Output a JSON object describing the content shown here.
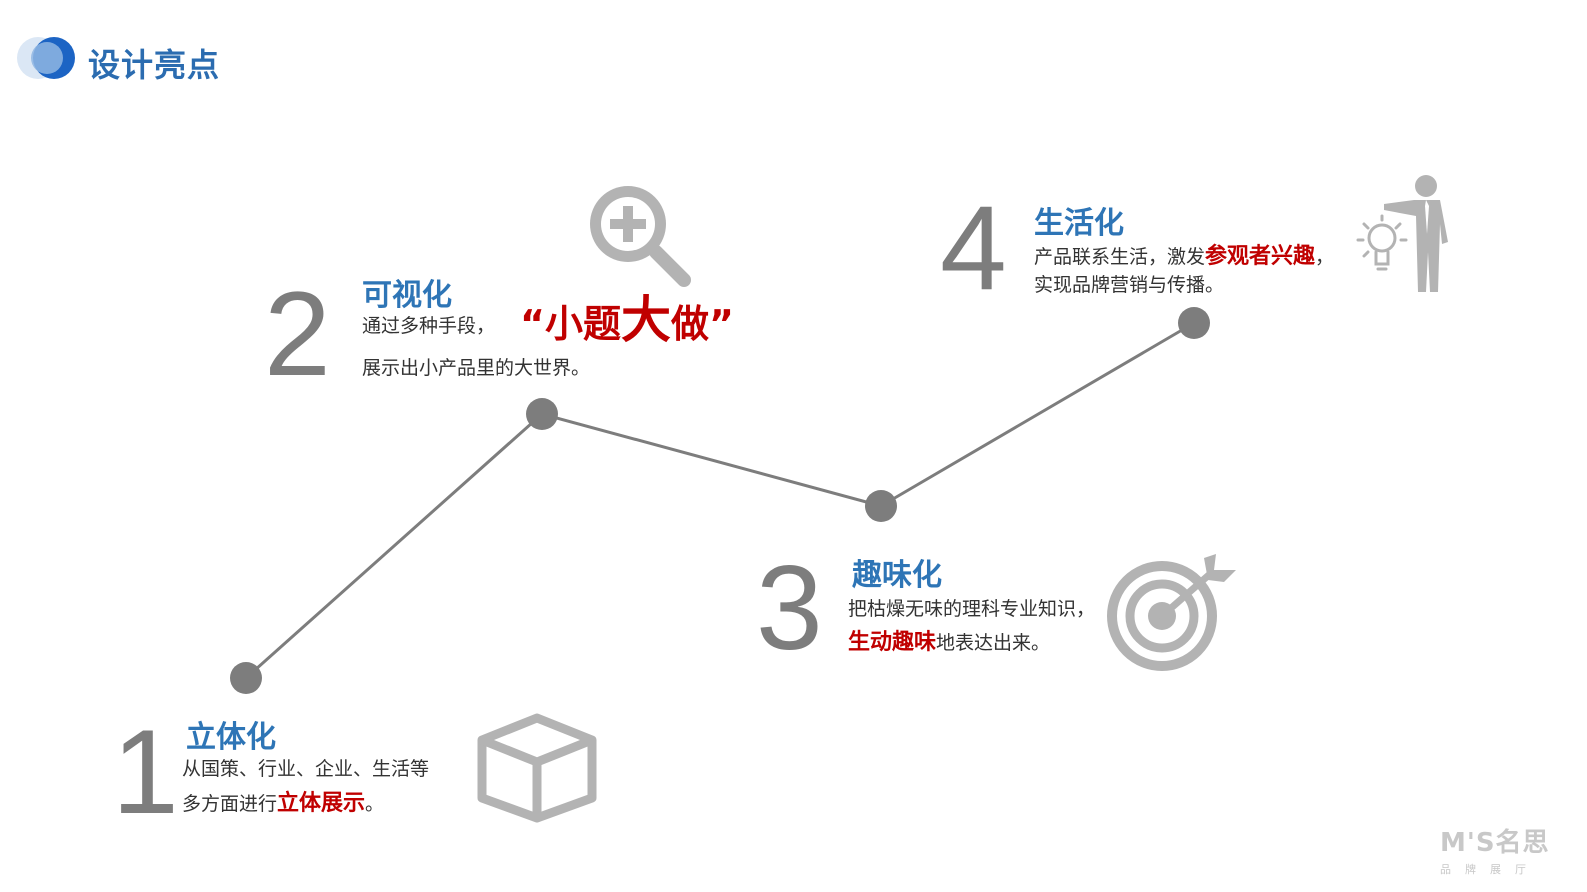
{
  "header": {
    "title": "设计亮点"
  },
  "colors": {
    "accent": "#2e75b6",
    "highlight": "#c00000",
    "gray": "#7d7d7d"
  },
  "steps": [
    {
      "number": "1",
      "title": "立体化",
      "line1": "从国策、行业、企业、生活等",
      "line2_prefix": "多方面进行",
      "line2_highlight": "立体展示",
      "line2_suffix": "。",
      "icon": "cube-icon"
    },
    {
      "number": "2",
      "title": "可视化",
      "line1": "通过多种手段，",
      "line2": "展示出小产品里的大世界。",
      "slogan_open": "“小题",
      "slogan_big": "大",
      "slogan_close": "做”",
      "icon": "magnifier-plus-icon"
    },
    {
      "number": "3",
      "title": "趣味化",
      "line1": "把枯燥无味的理科专业知识，",
      "line2_highlight": "生动趣味",
      "line2_suffix": "地表达出来。",
      "icon": "target-arrow-icon"
    },
    {
      "number": "4",
      "title": "生活化",
      "line1_prefix": "产品联系生活，激发",
      "line1_highlight": "参观者兴趣",
      "line1_suffix": "，",
      "line2": "实现品牌营销与传播。",
      "icon": "presenter-lightbulb-icon"
    }
  ],
  "brand": {
    "main": "M'S名思",
    "sub": "品牌展厅"
  }
}
